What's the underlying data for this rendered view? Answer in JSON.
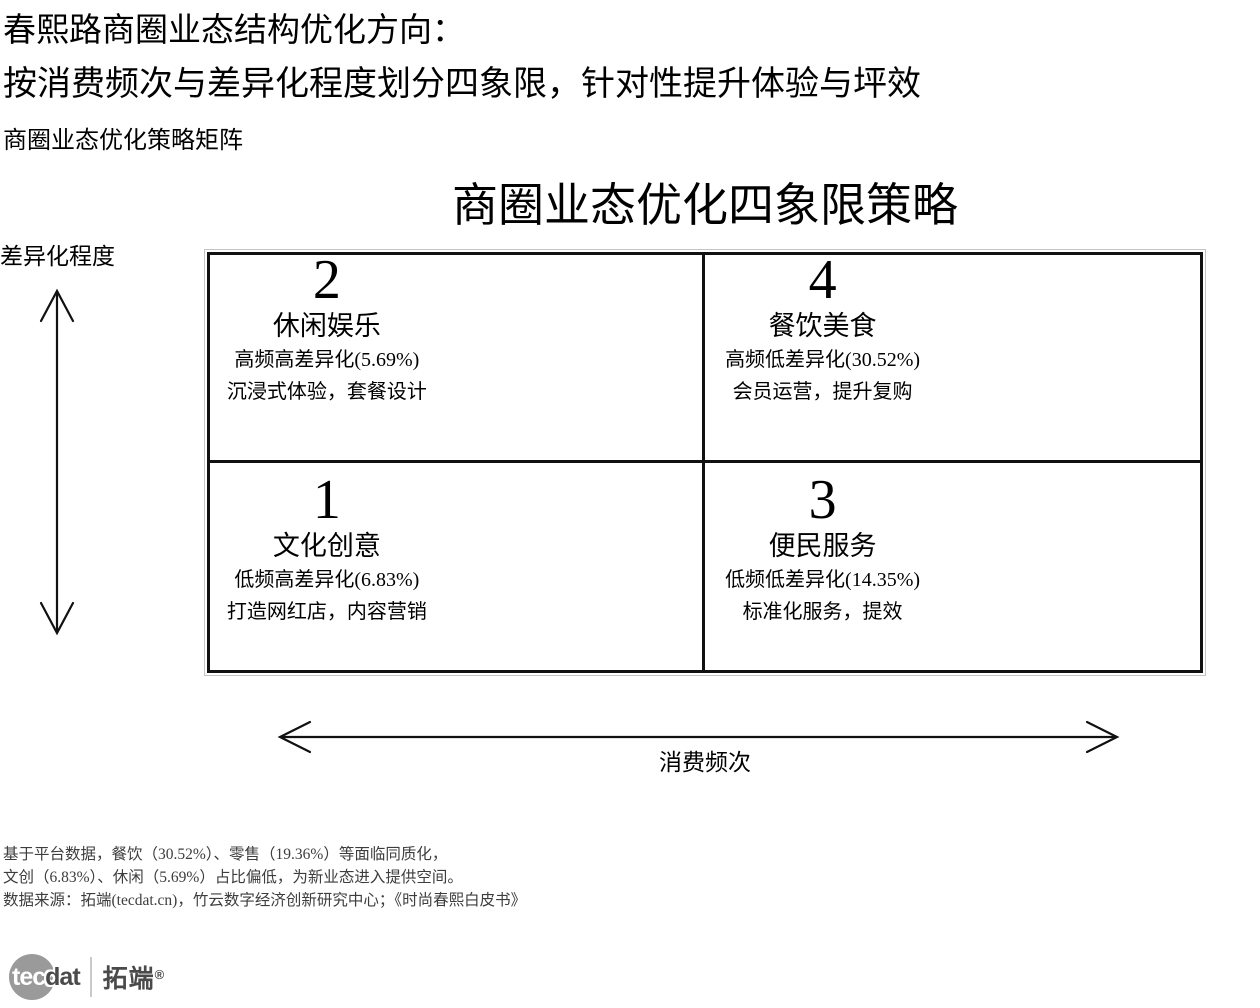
{
  "page": {
    "title_line1": "春熙路商圈业态结构优化方向：",
    "title_line2": "按消费频次与差异化程度划分四象限，针对性提升体验与坪效",
    "subtitle": "商圈业态优化策略矩阵"
  },
  "chart": {
    "type": "quadrant-matrix",
    "title": "商圈业态优化四象限策略",
    "y_axis_label": "差异化程度",
    "x_axis_label": "消费频次",
    "quadrants": [
      {
        "position": "top-left",
        "number": "2",
        "name": "休闲娱乐",
        "detail": "高频高差异化(5.69%)",
        "strategy": "沉浸式体验，套餐设计",
        "share_pct": 5.69
      },
      {
        "position": "top-right",
        "number": "4",
        "name": "餐饮美食",
        "detail": "高频低差异化(30.52%)",
        "strategy": "会员运营，提升复购",
        "share_pct": 30.52
      },
      {
        "position": "bottom-left",
        "number": "1",
        "name": "文化创意",
        "detail": "低频高差异化(6.83%)",
        "strategy": "打造网红店，内容营销",
        "share_pct": 6.83
      },
      {
        "position": "bottom-right",
        "number": "3",
        "name": "便民服务",
        "detail": "低频低差异化(14.35%)",
        "strategy": "标准化服务，提效",
        "share_pct": 14.35
      }
    ]
  },
  "footnote": {
    "line1": "基于平台数据，餐饮（30.52%）、零售（19.36%）等面临同质化，",
    "line2": "文创（6.83%）、休闲（5.69%）占比偏低，为新业态进入提供空间。",
    "line3": "数据来源：拓端(tecdat.cn)，竹云数字经济创新研究中心；《时尚春熙白皮书》"
  },
  "logo": {
    "latin_prefix": "tec",
    "latin_suffix": "dat",
    "cn_name": "拓端",
    "reg_mark": "®"
  },
  "colors": {
    "border_black": "#111111",
    "frame_gray": "#c4c4c4",
    "footnote_gray": "#3d3d3d",
    "logo_circle_gray": "#9a9a9a",
    "logo_text_gray": "#4a4a4a"
  }
}
